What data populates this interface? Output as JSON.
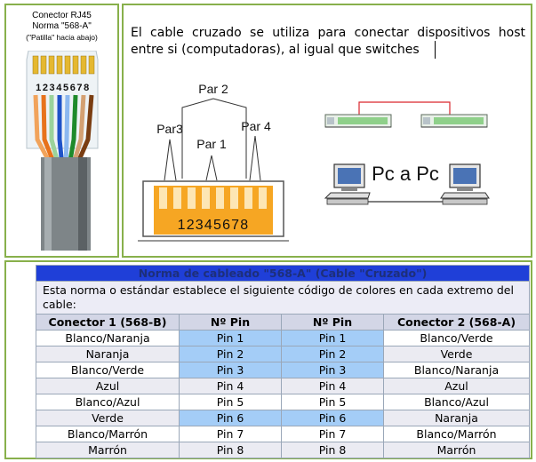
{
  "rj45_caption": {
    "line1": "Conector RJ45",
    "line2": "Norma \"568-A\"",
    "line3": "(\"Patilla\" hacia abajo)",
    "pin_numbers": "12345678"
  },
  "intro": {
    "text": "El cable cruzado se utiliza para conectar dispositivos host entre si (computadoras), al igual que switches"
  },
  "pairs_diagram": {
    "par1": "Par 1",
    "par2": "Par 2",
    "par3": "Par3",
    "par4": "Par 4",
    "pins": "12345678",
    "connector_color": "#f6a623"
  },
  "network_diagram": {
    "label": "Pc a Pc",
    "link_color": "#d9262c",
    "switch_color": "#8fd08a"
  },
  "table": {
    "title": "Norma de cableado \"568-A\" (Cable \"Cruzado\")",
    "description": "Esta norma o estándar establece el siguiente código de colores en cada extremo del cable:",
    "headers": [
      "Conector 1 (568-B)",
      "Nº Pin",
      "Nº Pin",
      "Conector 2 (568-A)"
    ],
    "rows": [
      {
        "c1": "Blanco/Naranja",
        "p1": "Pin 1",
        "p2": "Pin 1",
        "c2": "Blanco/Verde"
      },
      {
        "c1": "Naranja",
        "p1": "Pin 2",
        "p2": "Pin 2",
        "c2": "Verde"
      },
      {
        "c1": "Blanco/Verde",
        "p1": "Pin 3",
        "p2": "Pin 3",
        "c2": "Blanco/Naranja"
      },
      {
        "c1": "Azul",
        "p1": "Pin 4",
        "p2": "Pin 4",
        "c2": "Azul"
      },
      {
        "c1": "Blanco/Azul",
        "p1": "Pin 5",
        "p2": "Pin 5",
        "c2": "Blanco/Azul"
      },
      {
        "c1": "Verde",
        "p1": "Pin 6",
        "p2": "Pin 6",
        "c2": "Naranja"
      },
      {
        "c1": "Blanco/Marrón",
        "p1": "Pin 7",
        "p2": "Pin 7",
        "c2": "Blanco/Marrón"
      },
      {
        "c1": "Marrón",
        "p1": "Pin 8",
        "p2": "Pin 8",
        "c2": "Marrón"
      }
    ],
    "highlight_color": "#a4cdf7",
    "title_bg": "#1f3fd8"
  }
}
